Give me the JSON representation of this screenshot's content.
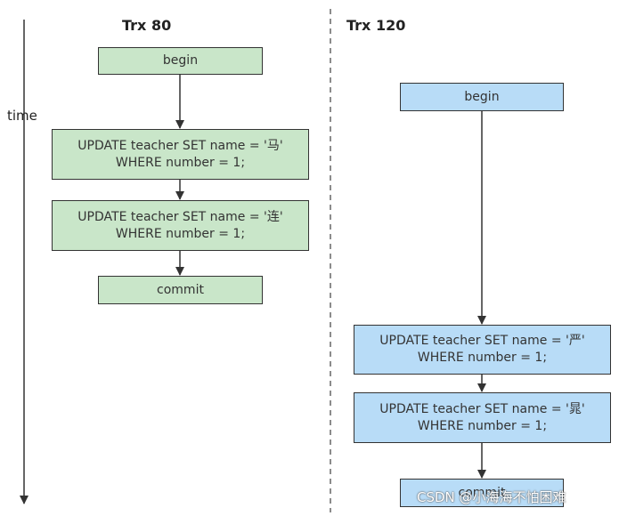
{
  "time_label": "time",
  "lanes": [
    {
      "title": "Trx 80",
      "steps": [
        {
          "lines": [
            "begin"
          ]
        },
        {
          "lines": [
            "UPDATE teacher  SET name = '马'",
            "WHERE number = 1;"
          ]
        },
        {
          "lines": [
            "UPDATE teacher  SET name = '连'",
            "WHERE number = 1;"
          ]
        },
        {
          "lines": [
            "commit"
          ]
        }
      ]
    },
    {
      "title": "Trx 120",
      "steps": [
        {
          "lines": [
            "begin"
          ]
        },
        {
          "lines": [
            "UPDATE teacher  SET name = '严'",
            "WHERE number = 1;"
          ]
        },
        {
          "lines": [
            "UPDATE teacher  SET name = '晁'",
            "WHERE number = 1;"
          ]
        },
        {
          "lines": [
            "commit"
          ]
        }
      ]
    }
  ],
  "watermark": "CSDN @小海海不怕困难",
  "colors": {
    "trx80_fill": "#c9e6c9",
    "trx120_fill": "#b8dcf7",
    "stroke": "#333333"
  }
}
